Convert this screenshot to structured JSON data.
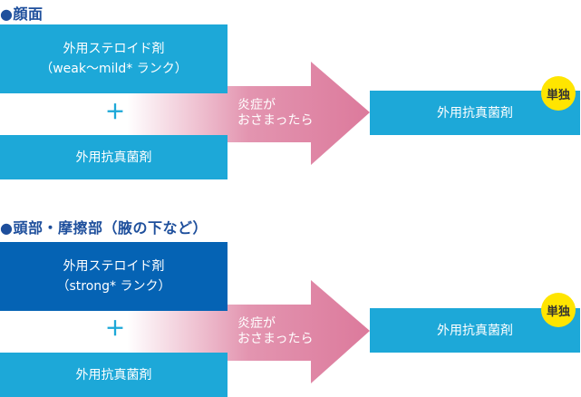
{
  "colors": {
    "accent": "#1da8d8",
    "strong": "#0563b4",
    "arrow": "#dc7a9c",
    "title": "#1e4f9c",
    "badge": "#ffe500"
  },
  "sections": [
    {
      "title": "●顔面",
      "steroid_line1": "外用ステロイド剤",
      "steroid_line2": "（weak〜mild* ランク）",
      "plus": "＋",
      "antifungal": "外用抗真菌剤",
      "arrow_line1": "炎症が",
      "arrow_line2": "おさまったら",
      "result": "外用抗真菌剤",
      "badge": "単独"
    },
    {
      "title": "●頭部・摩擦部（腋の下など）",
      "steroid_line1": "外用ステロイド剤",
      "steroid_line2": "（strong* ランク）",
      "plus": "＋",
      "antifungal": "外用抗真菌剤",
      "arrow_line1": "炎症が",
      "arrow_line2": "おさまったら",
      "result": "外用抗真菌剤",
      "badge": "単独"
    }
  ]
}
